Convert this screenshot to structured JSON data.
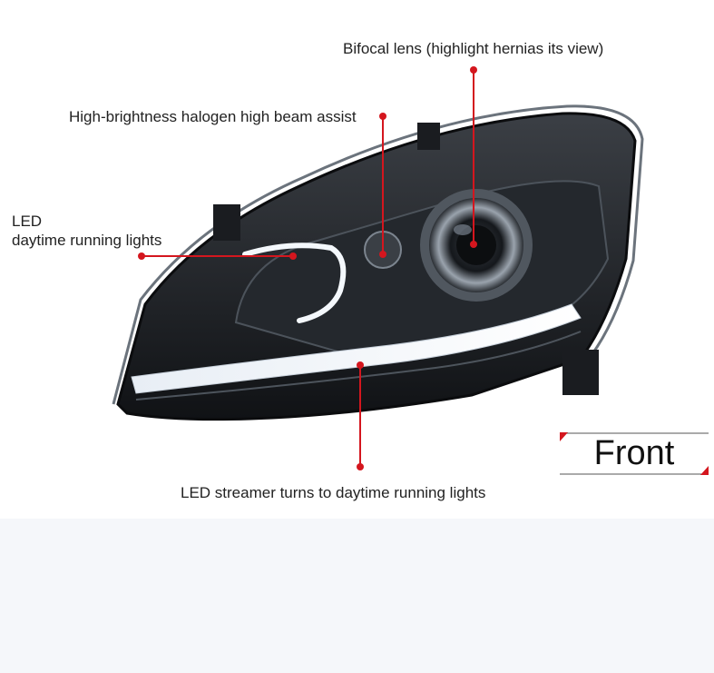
{
  "labels": {
    "bifocal_lens": "Bifocal lens (highlight hernias its view)",
    "halogen": "High-brightness halogen high beam assist",
    "led_drl_line1": "LED",
    "led_drl_line2": "daytime running lights",
    "streamer": "LED streamer turns to daytime running lights"
  },
  "badge": {
    "text": "Front"
  },
  "colors": {
    "accent": "#d4161e",
    "text": "#222222",
    "background": "#ffffff"
  }
}
